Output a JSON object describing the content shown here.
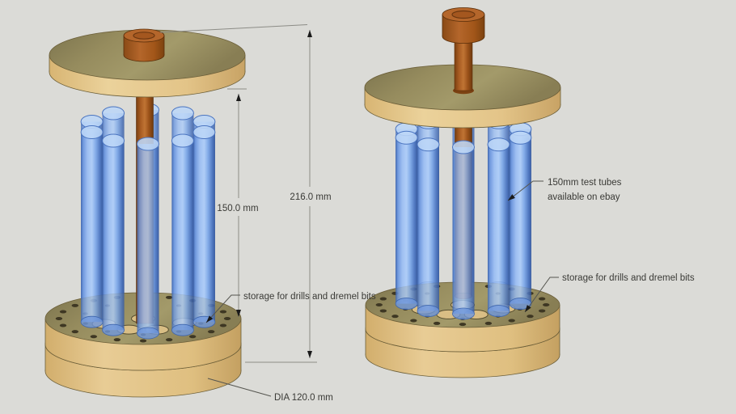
{
  "annotations": {
    "dim_total_height": "216.0 mm",
    "dim_tube_height": "150.0 mm",
    "dim_base_diameter": "DIA 120.0 mm",
    "label_tubes_line1": "150mm test tubes",
    "label_tubes_line2": "available on ebay",
    "label_storage_left": "storage for drills and dremel bits",
    "label_storage_right": "storage for drills and dremel bits"
  },
  "scene": {
    "background": "#DBDBD7",
    "wood_top_color": "#968C5E",
    "wood_side_color": "#E2C083",
    "rod_color": "#A95C26",
    "tube_color": "#7FA9E8",
    "tube_edge_color": "#3C64AE",
    "hole_color": "#3E3723",
    "dimension_line_color": "#8C8C86",
    "leader_line_color": "#55554F",
    "text_color": "#3A3A36",
    "models": [
      {
        "id": "rack-left",
        "tubes_visible": 10
      },
      {
        "id": "rack-right",
        "tubes_visible": 10
      }
    ]
  }
}
